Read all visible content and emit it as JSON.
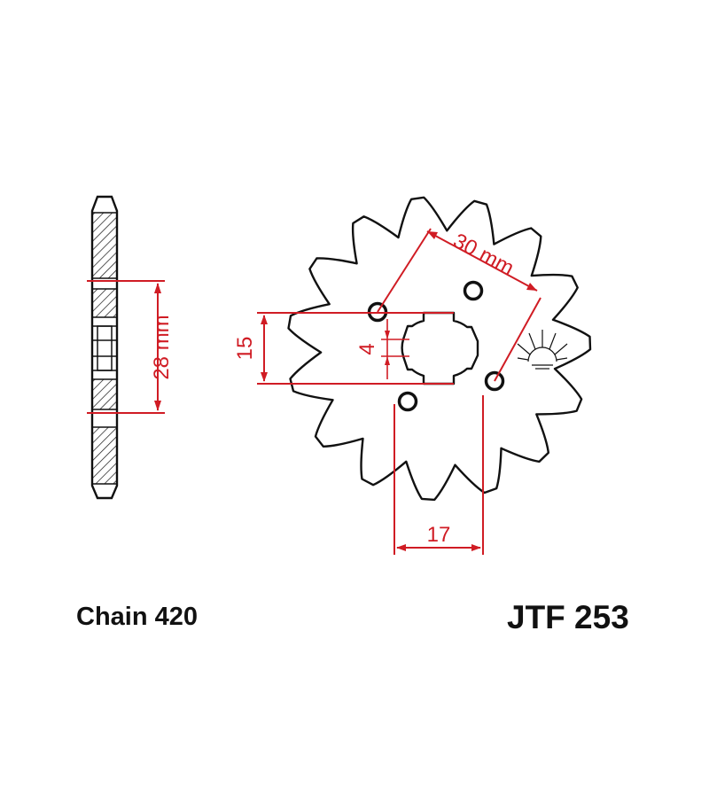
{
  "labels": {
    "chain": "Chain 420",
    "part_number": "JTF 253"
  },
  "dimensions": {
    "hub_width": "28 mm",
    "bolt_circle": "30 mm",
    "flat_height": "15",
    "key_width": "4",
    "spline_diameter": "17"
  },
  "sprocket": {
    "teeth": 15
  },
  "colors": {
    "outline": "#111111",
    "dimension": "#d01c24",
    "background": "#ffffff"
  }
}
